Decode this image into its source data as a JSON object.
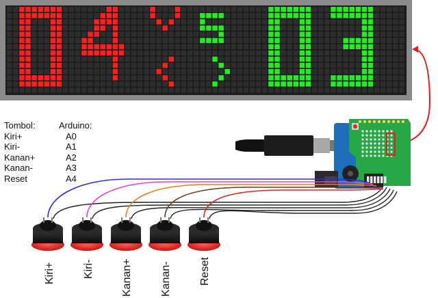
{
  "display": {
    "left_digits": "04",
    "left_color": "#ff2020",
    "right_digits": "03",
    "right_color": "#22ee22",
    "vs_v": "V",
    "vs_s": "S",
    "arrow_left": "<",
    "arrow_right": ">",
    "panel_color": "#8a8a8a",
    "dot_off_color": "#2e2e2e"
  },
  "pin_map": {
    "header": [
      "Tombol:",
      "Arduino:"
    ],
    "rows": [
      {
        "button": "Kiri+",
        "pin": "A0"
      },
      {
        "button": "Kiri-",
        "pin": "A1"
      },
      {
        "button": "Kanan+",
        "pin": "A2"
      },
      {
        "button": "Kanan-",
        "pin": "A3"
      },
      {
        "button": "Reset",
        "pin": "A4"
      }
    ]
  },
  "buttons": [
    {
      "label": "Kiri+",
      "wire_color": "#2b2bd8"
    },
    {
      "label": "Kiri-",
      "wire_color": "#e040e0"
    },
    {
      "label": "Kanan+",
      "wire_color": "#e87a1c"
    },
    {
      "label": "Kanan-",
      "wire_color": "#6b3c22"
    },
    {
      "label": "Reset",
      "wire_color": "#e02020"
    }
  ],
  "colors": {
    "board": "#1f6fb8",
    "shield": "#27a844",
    "button_cap": "#e0201a",
    "button_body": "#1a1a1a",
    "link_wire": "#e02020"
  },
  "icons": [
    "led-matrix-display",
    "usb-cable-icon",
    "arduino-board-icon",
    "push-button-icon"
  ]
}
